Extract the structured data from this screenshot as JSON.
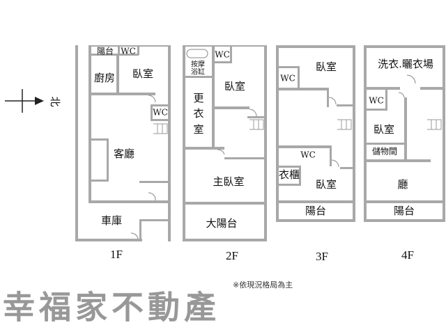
{
  "compass": {
    "north_label": "北"
  },
  "floors": [
    {
      "label": "1F",
      "rooms": {
        "balcony": "陽台",
        "wc1": "WC",
        "kitchen": "廚房",
        "bedroom": "臥室",
        "wc2": "WC",
        "living": "客廳",
        "garage": "車庫"
      }
    },
    {
      "label": "2F",
      "rooms": {
        "bath_line1": "按摩",
        "bath_line2": "浴缸",
        "wc": "WC",
        "bedroom": "臥室",
        "closet_1": "更",
        "closet_2": "衣",
        "closet_3": "室",
        "master": "主臥室",
        "big_balcony": "大陽台"
      }
    },
    {
      "label": "3F",
      "rooms": {
        "bedroom1": "臥室",
        "wc1": "WC",
        "wc2": "WC",
        "wardrobe": "衣櫃",
        "bedroom2": "臥室",
        "balcony": "陽台"
      }
    },
    {
      "label": "4F",
      "rooms": {
        "laundry": "洗衣.曬衣場",
        "wc": "WC",
        "bedroom": "臥室",
        "storage": "儲物間",
        "hall": "廳",
        "balcony": "陽台"
      }
    }
  ],
  "note": "※依現況格局為主",
  "watermark": "幸福家不動產"
}
